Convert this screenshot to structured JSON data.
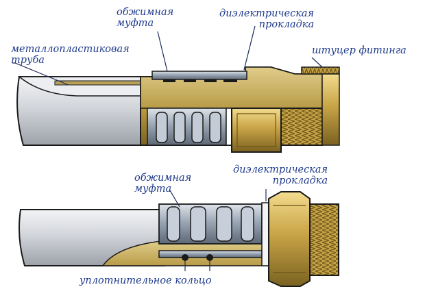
{
  "colors": {
    "label_text": "#1e3a8c",
    "leader_line": "#1e2a5a",
    "pipe_gray": "#d4d7dd",
    "brass": "#c9a447",
    "brass_dark": "#7a6220",
    "crimp_steel": "#a9b3c0",
    "outline": "#1a1a1a"
  },
  "top_assembly": {
    "labels": {
      "crimp_sleeve": [
        "обжимная",
        "муфта"
      ],
      "dielectric_gasket": [
        "диэлектрическая",
        "прокладка"
      ],
      "pipe": [
        "металлопластиковая",
        "труба"
      ],
      "fitting_nipple": "штуцер фитинга"
    }
  },
  "bottom_assembly": {
    "labels": {
      "crimp_sleeve": [
        "обжимная",
        "муфта"
      ],
      "dielectric_gasket": [
        "диэлектрическая",
        "прокладка"
      ],
      "o_ring": "уплотнительное кольцо"
    }
  }
}
